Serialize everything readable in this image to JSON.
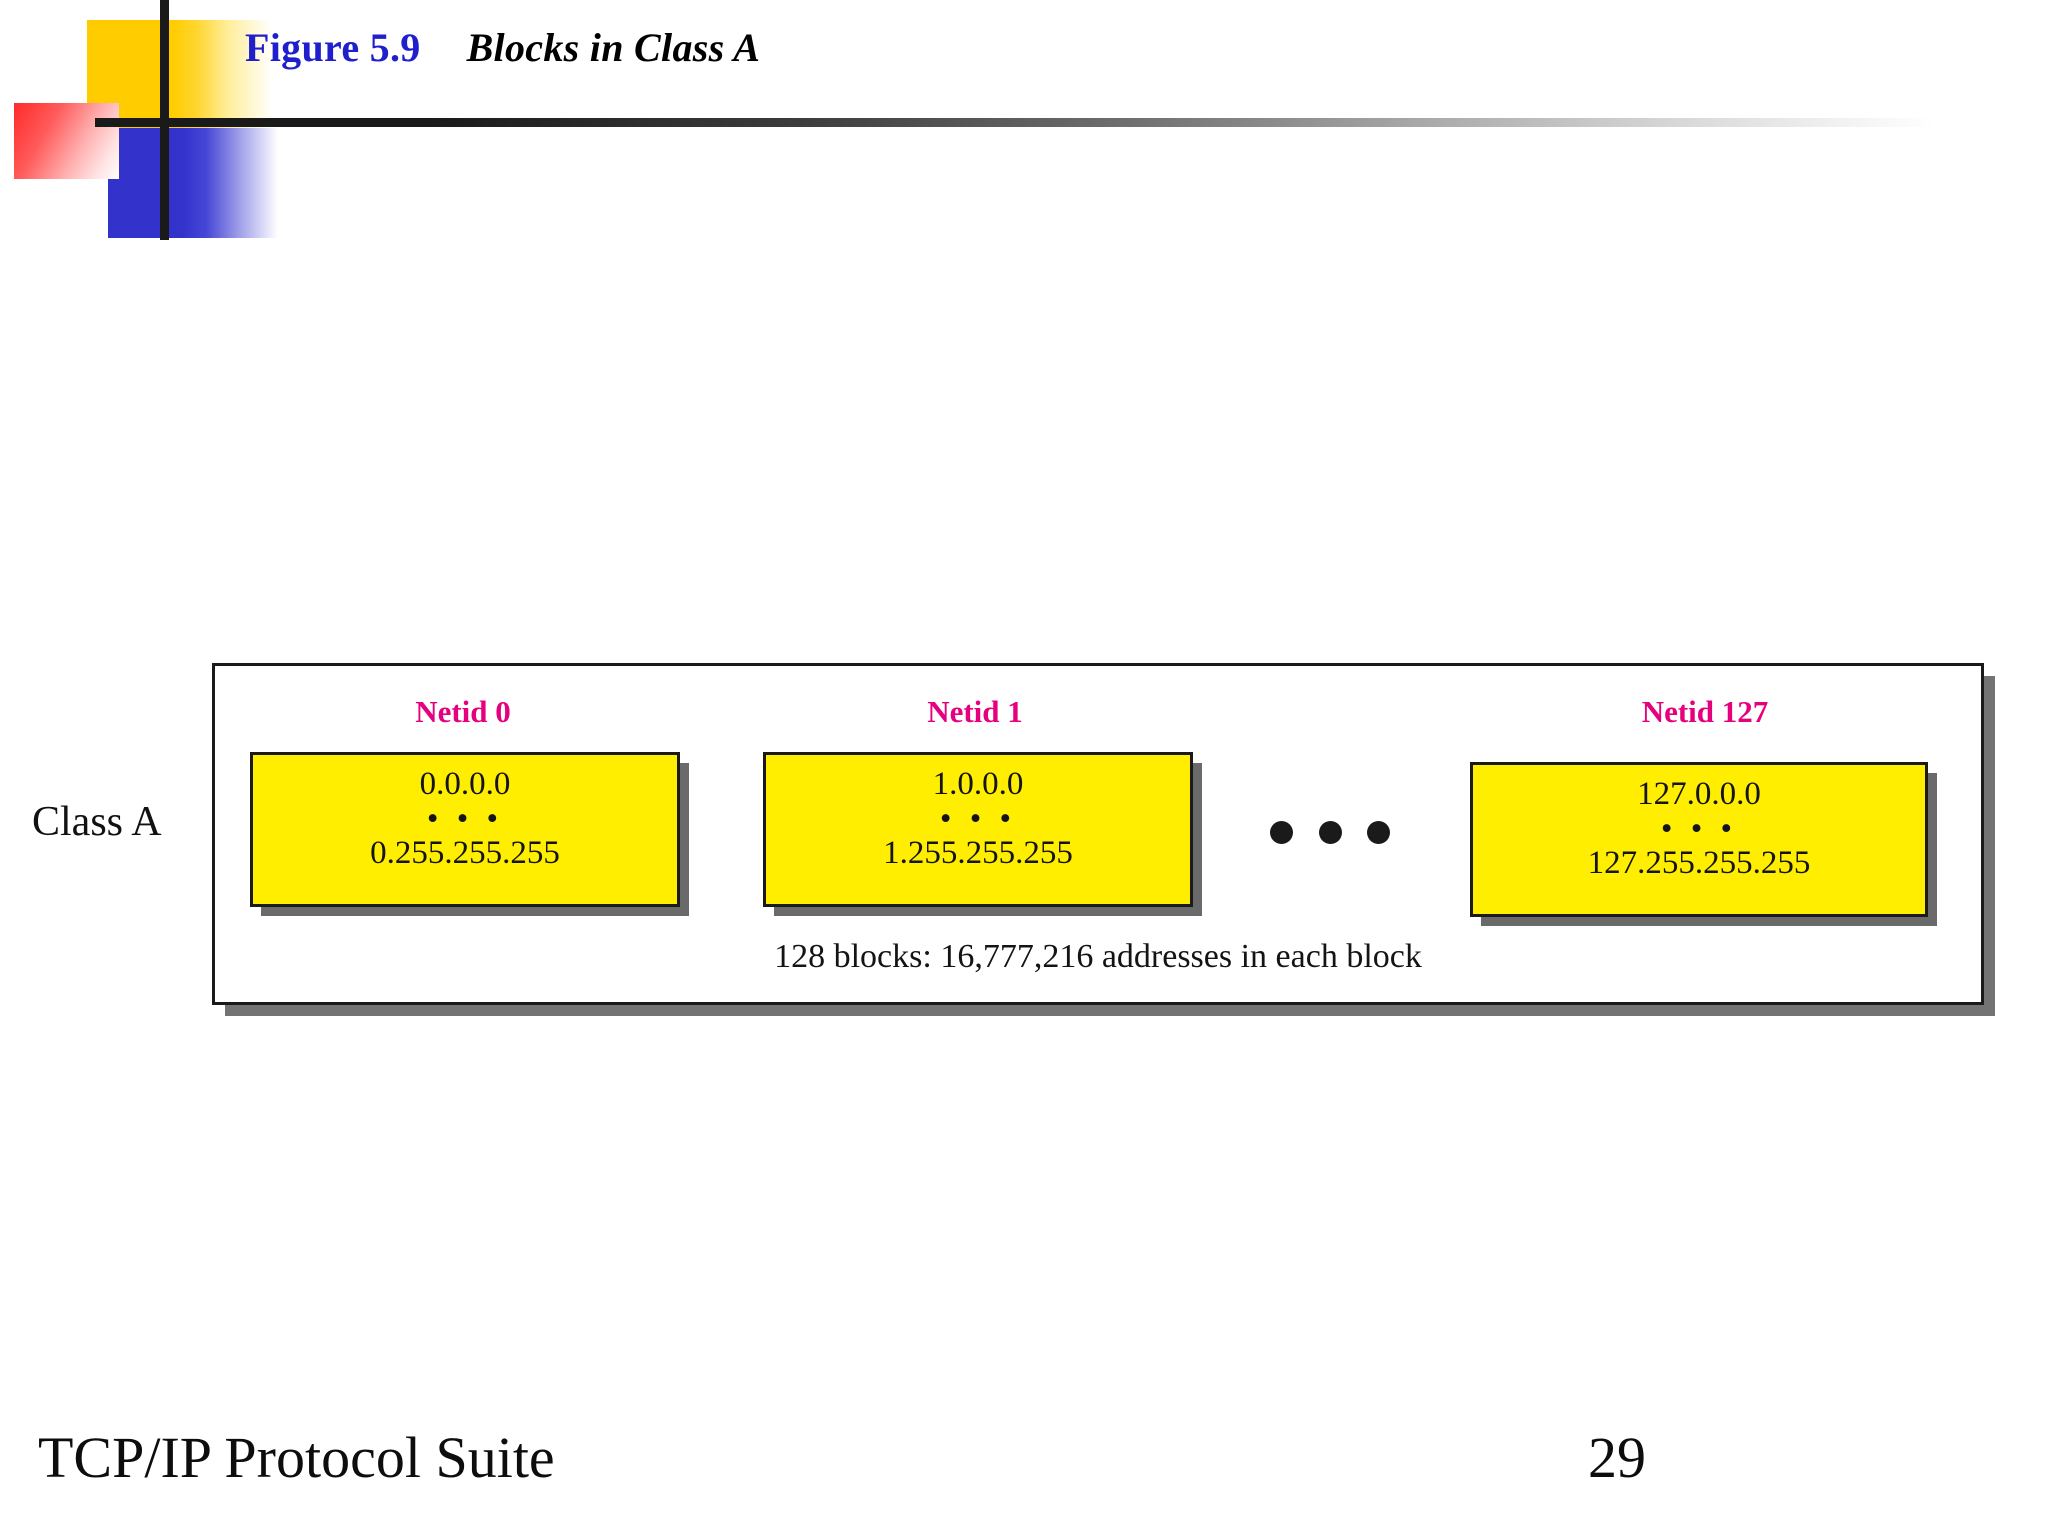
{
  "slide": {
    "title_label": "Figure 5.9",
    "title_caption": "Blocks in Class A",
    "title_label_color": "#1F1FCC",
    "title_caption_color": "#000000"
  },
  "decoration": {
    "yellow_color": "#FFCC00",
    "blue_color": "#3333CC",
    "red_color": "#FF2A2A",
    "rule_color": "#1A1A1A"
  },
  "diagram": {
    "class_label": "Class A",
    "netid_color": "#E6007E",
    "block_fill": "#FFEE00",
    "ellipsis_dots": 3,
    "blocks": [
      {
        "netid": "Netid 0",
        "start_address": "0.0.0.0",
        "vdots": "• • •",
        "end_address": "0.255.255.255"
      },
      {
        "netid": "Netid 1",
        "start_address": "1.0.0.0",
        "vdots": "• • •",
        "end_address": "1.255.255.255"
      },
      {
        "netid": "Netid 127",
        "start_address": "127.0.0.0",
        "vdots": "• • •",
        "end_address": "127.255.255.255"
      }
    ],
    "caption": "128 blocks: 16,777,216 addresses in each block"
  },
  "footer": {
    "book_title": "TCP/IP Protocol Suite",
    "page_number": "29"
  }
}
